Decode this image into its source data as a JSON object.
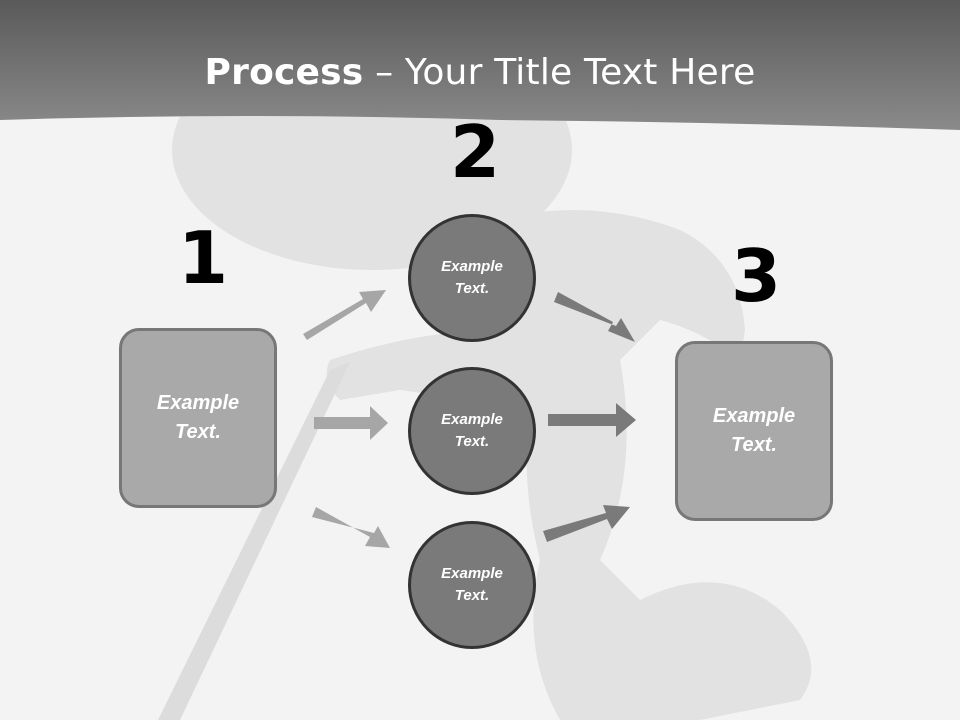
{
  "header": {
    "title_bold": "Process",
    "title_rest": " – Your Title Text Here"
  },
  "steps": {
    "n1": "1",
    "n2": "2",
    "n3": "3"
  },
  "boxes": {
    "left": "Example\nText.",
    "right": "Example\nText."
  },
  "circles": {
    "top": "Example\nText.",
    "middle": "Example\nText.",
    "bottom": "Example\nText."
  },
  "colors": {
    "header_band": "#6e6e6e",
    "box_fill": "#a9a9a9",
    "circle_fill": "#7a7a7a",
    "arrow_light": "#a6a6a6",
    "arrow_dark": "#7a7a7a"
  }
}
